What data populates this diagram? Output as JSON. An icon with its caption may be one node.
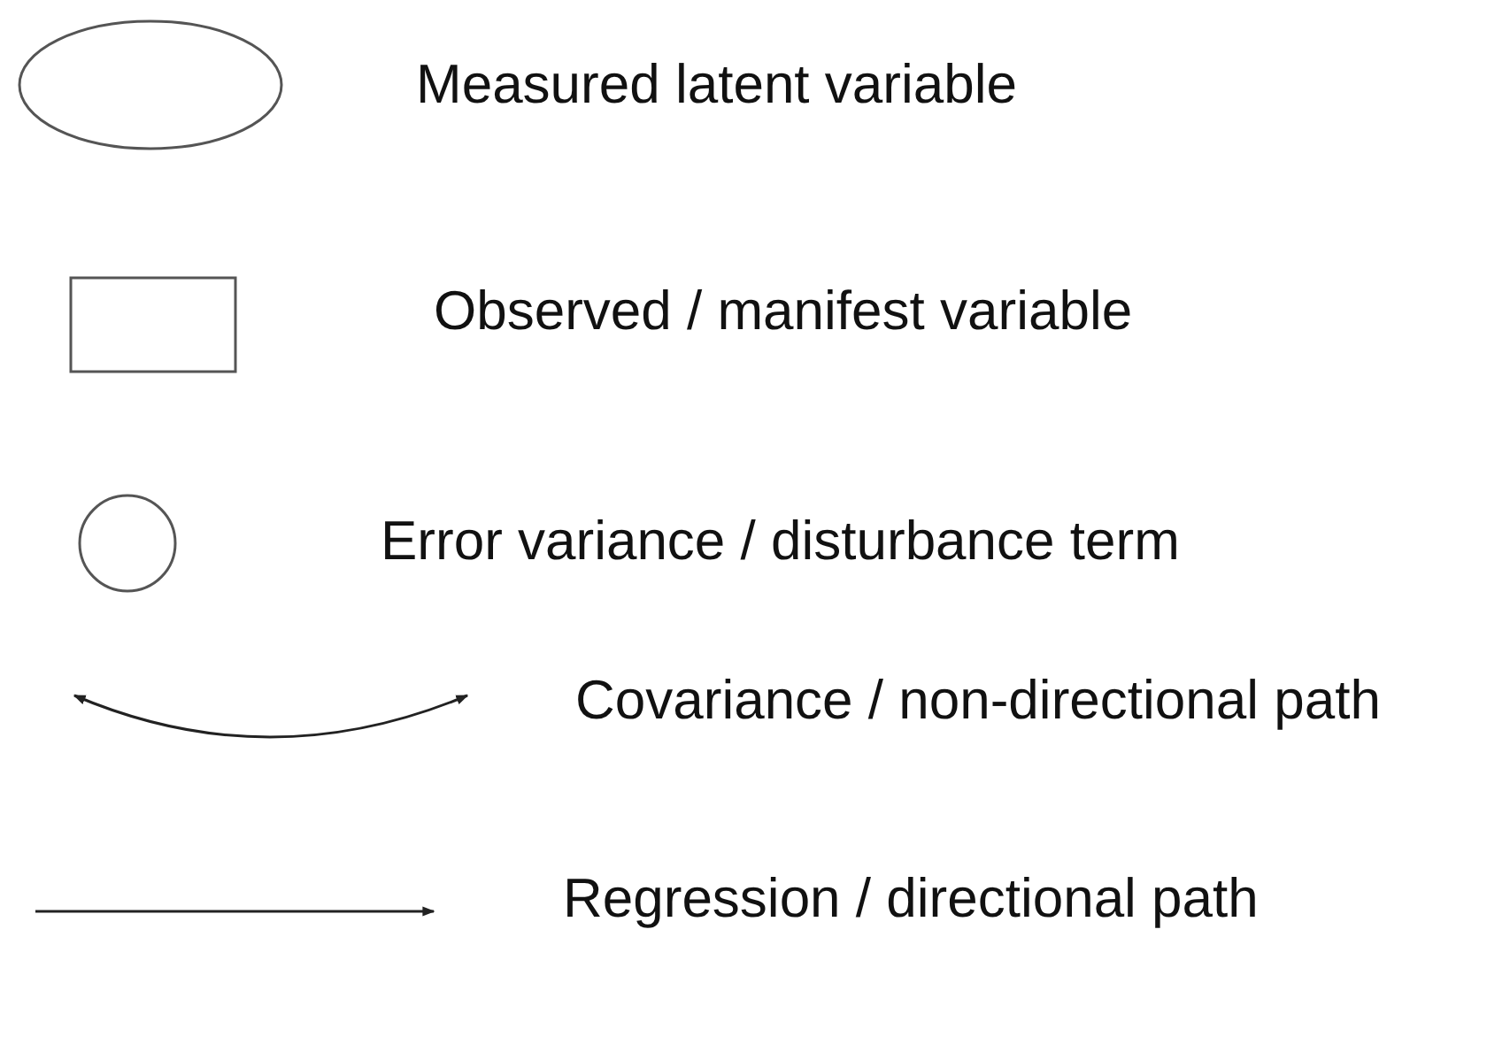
{
  "diagram": {
    "legend": [
      {
        "text": "Measured latent variable"
      },
      {
        "text": "Observed / manifest variable"
      },
      {
        "text": "Error variance / disturbance term"
      },
      {
        "text": "Covariance / non-directional path"
      },
      {
        "text": "Regression / directional path"
      }
    ]
  }
}
